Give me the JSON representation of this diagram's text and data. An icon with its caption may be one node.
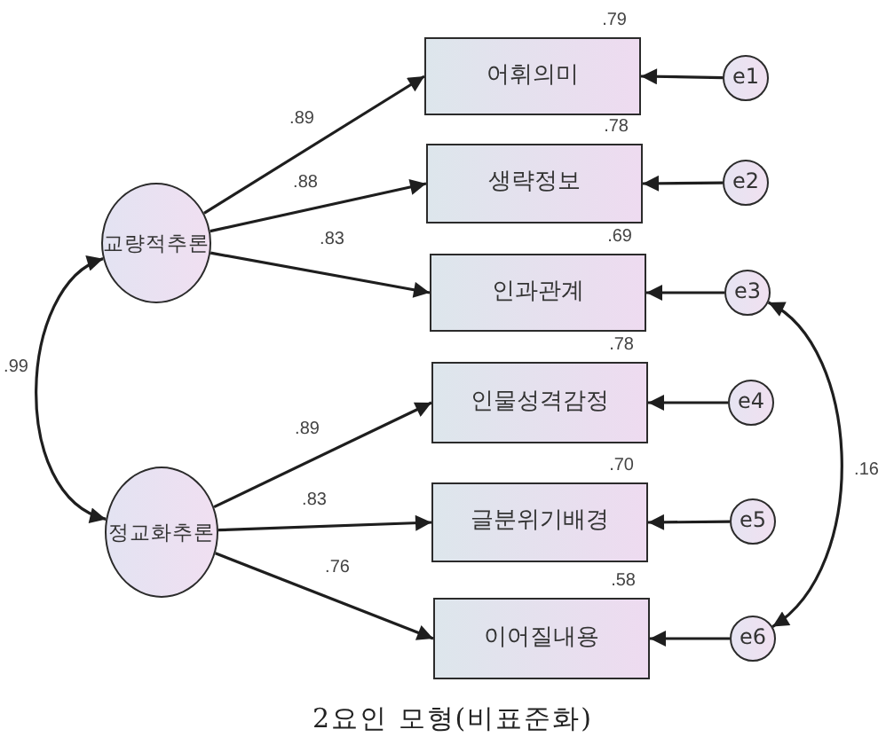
{
  "diagram": {
    "caption": "2요인 모형(비표준화)",
    "nodes": [
      {
        "text": [
          "교량적추론"
        ]
      },
      {
        "text": [
          "정교화추론"
        ]
      },
      {
        "text": [
          "어휘의미"
        ],
        "beside": [
          ".79"
        ]
      },
      {
        "text": [
          "생략정보"
        ],
        "beside": [
          ".78"
        ]
      },
      {
        "text": [
          "인과관계"
        ],
        "beside": [
          ".69"
        ]
      },
      {
        "text": [
          "인물성격감정"
        ],
        "beside": [
          ".78"
        ]
      },
      {
        "text": [
          "글분위기배경"
        ],
        "beside": [
          ".70"
        ]
      },
      {
        "text": [
          "이어질내용"
        ],
        "beside": [
          ".58"
        ]
      },
      {
        "text": [
          "e1"
        ]
      },
      {
        "text": [
          "e2"
        ]
      },
      {
        "text": [
          "e3"
        ]
      },
      {
        "text": [
          "e4"
        ]
      },
      {
        "text": [
          "e5"
        ]
      },
      {
        "text": [
          "e6"
        ]
      }
    ],
    "edges": [
      {
        "from": 0,
        "to": 2,
        "arrow": "to",
        "label": ".89"
      },
      {
        "from": 0,
        "to": 3,
        "arrow": "to",
        "label": ".88"
      },
      {
        "from": 0,
        "to": 4,
        "arrow": "to",
        "label": ".83"
      },
      {
        "from": 1,
        "to": 5,
        "arrow": "to",
        "label": ".89"
      },
      {
        "from": 1,
        "to": 6,
        "arrow": "to",
        "label": ".83"
      },
      {
        "from": 1,
        "to": 7,
        "arrow": "to",
        "label": ".76"
      },
      {
        "from": 8,
        "to": 2,
        "arrow": "to"
      },
      {
        "from": 9,
        "to": 3,
        "arrow": "to"
      },
      {
        "from": 10,
        "to": 4,
        "arrow": "to"
      },
      {
        "from": 11,
        "to": 5,
        "arrow": "to"
      },
      {
        "from": 12,
        "to": 6,
        "arrow": "to"
      },
      {
        "from": 13,
        "to": 7,
        "arrow": "to"
      },
      {
        "from": 0,
        "to": 1,
        "arrow": "both",
        "label": ".99"
      },
      {
        "from": 10,
        "to": 13,
        "arrow": "both",
        "label": ".16"
      }
    ]
  }
}
